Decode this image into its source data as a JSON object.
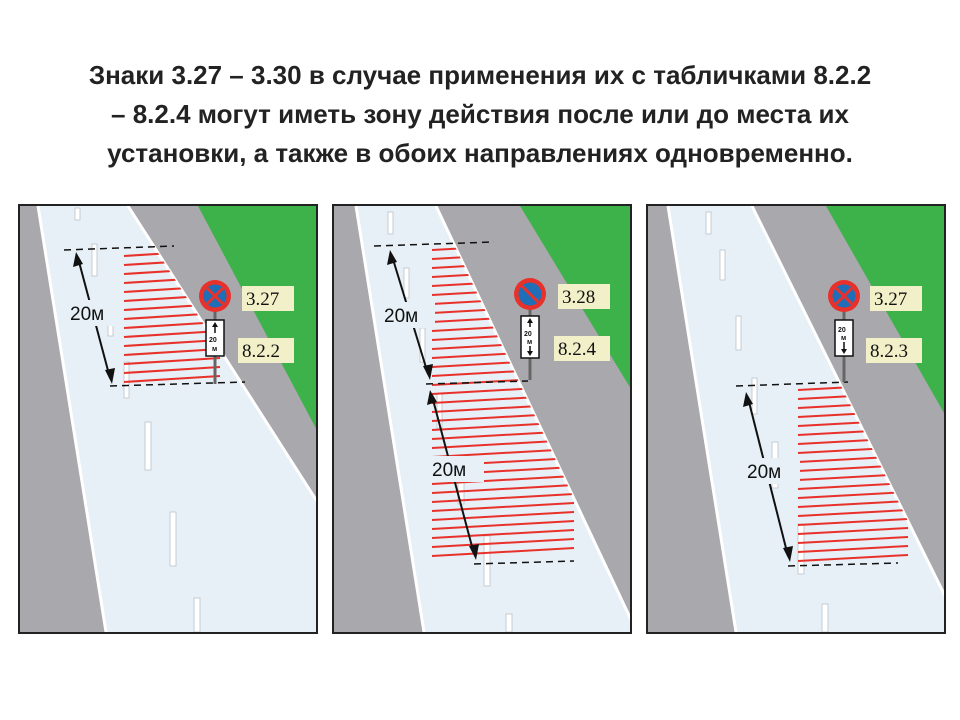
{
  "heading": {
    "line1": "Знаки 3.27 – 3.30 в случае применения их с табличками 8.2.2",
    "line2": "– 8.2.4 могут иметь зону действия после или до места их",
    "line3": "установки, а также в обоих направлениях одновременно."
  },
  "colors": {
    "road": "#e6f0f6",
    "shoulder": "#a9a9ad",
    "grass": "#3db24a",
    "hatch": "#e8312a",
    "sign_blue": "#1f6fb8",
    "sign_red": "#e8312a"
  },
  "panels": [
    {
      "sign_code": "3.27",
      "plate_code": "8.2.2",
      "sign_type": "no-stopping-cross",
      "plate_arrow": "up",
      "distance_labels": [
        "20м"
      ],
      "plate_text": [
        "20",
        "м"
      ]
    },
    {
      "sign_code": "3.28",
      "plate_code": "8.2.4",
      "sign_type": "no-parking-slash",
      "plate_arrow": "both",
      "distance_labels": [
        "20м",
        "20м"
      ],
      "plate_text": [
        "20",
        "м"
      ]
    },
    {
      "sign_code": "3.27",
      "plate_code": "8.2.3",
      "sign_type": "no-stopping-cross",
      "plate_arrow": "down",
      "distance_labels": [
        "20м"
      ],
      "plate_text": [
        "20",
        "м"
      ]
    }
  ]
}
